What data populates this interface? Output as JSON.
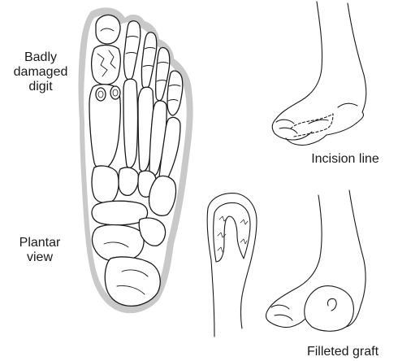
{
  "labels": {
    "digit": [
      "Badly",
      "damaged",
      "digit"
    ],
    "plantar": [
      "Plantar",
      "view"
    ],
    "incision": "Incision line",
    "graft": "Filleted graft"
  },
  "colors": {
    "ink": "#1a1a1a",
    "outline_gray": "#c9c9c9",
    "shade_gray": "#b8b8b8",
    "background": "#ffffff"
  }
}
